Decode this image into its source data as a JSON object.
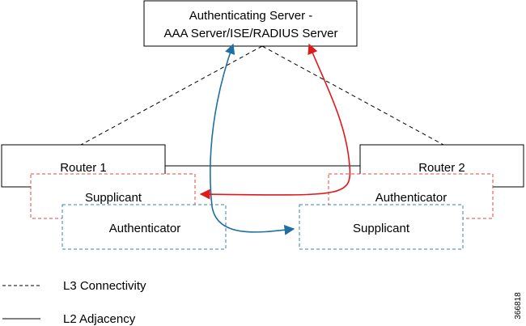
{
  "server": {
    "line1": "Authenticating Server -",
    "line2": "AAA Server/ISE/RADIUS Server"
  },
  "router1": {
    "label": "Router 1"
  },
  "router2": {
    "label": "Router 2"
  },
  "router1_supplicant": {
    "label": "Supplicant"
  },
  "router1_authenticator": {
    "label": "Authenticator"
  },
  "router2_authenticator": {
    "label": "Authenticator"
  },
  "router2_supplicant": {
    "label": "Supplicant"
  },
  "legend": {
    "l3": "L3 Connectivity",
    "l2": "L2 Adjacency"
  },
  "figure_id": "366818",
  "colors": {
    "supplicant_red": "#e8443a",
    "authenticator_blue": "#3a7fb8",
    "arrow_red": "#e0191b",
    "arrow_blue": "#1f6fa0",
    "line": "#000000"
  }
}
